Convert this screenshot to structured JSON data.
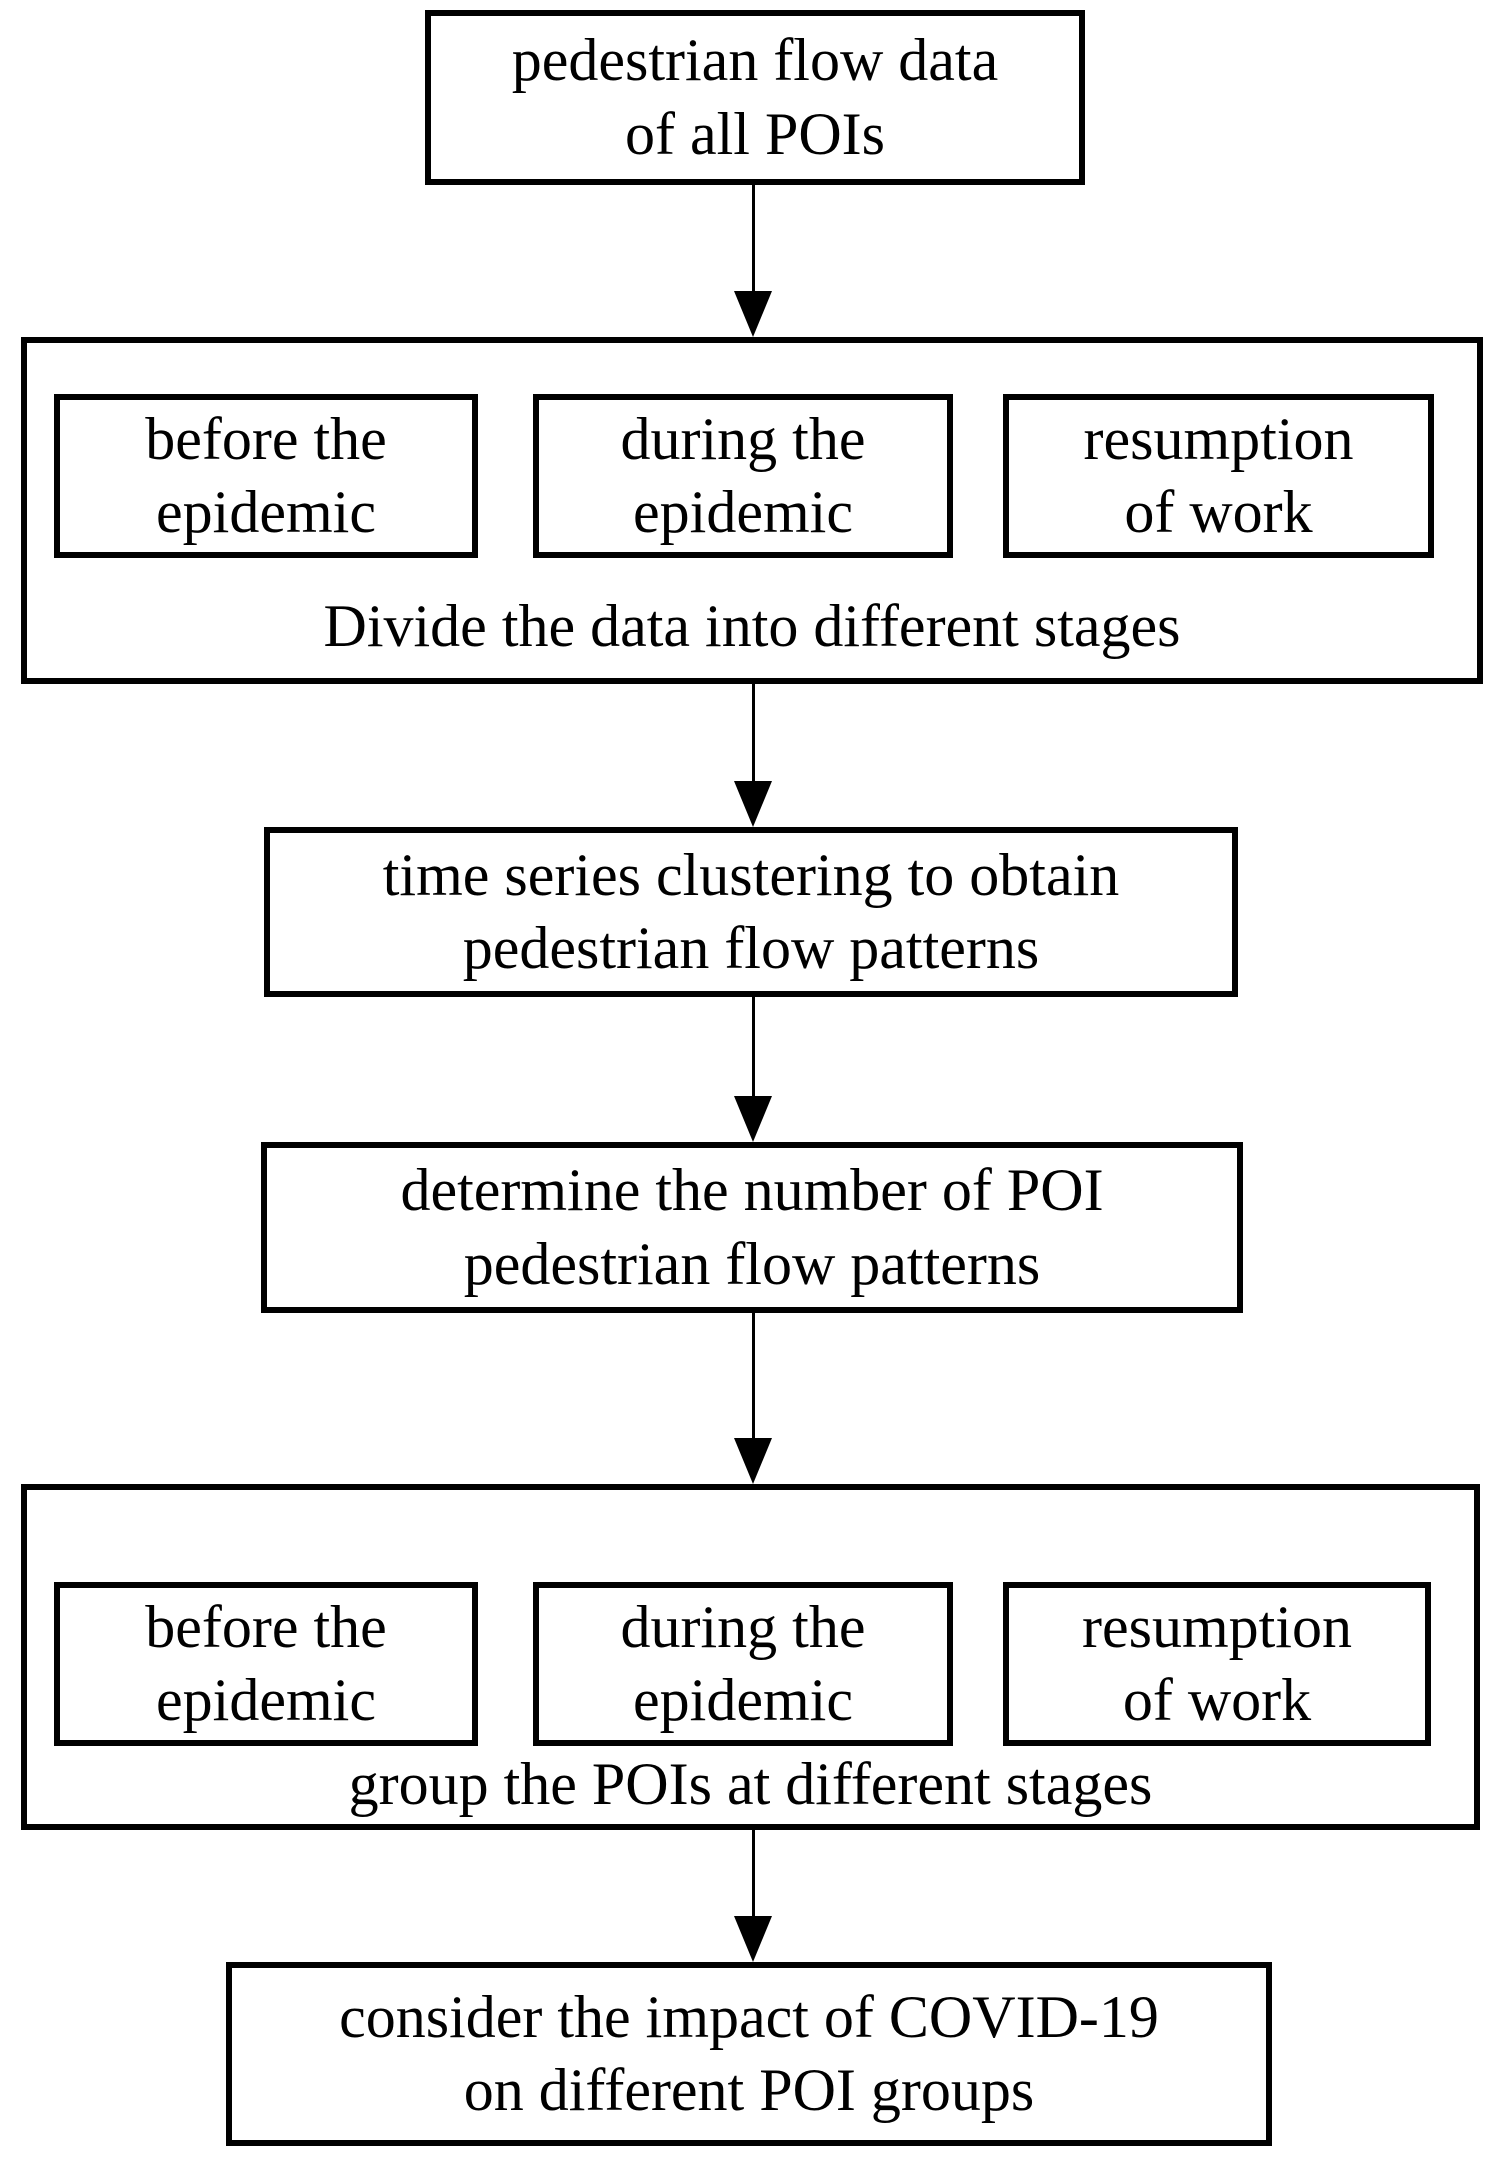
{
  "figure": {
    "background_color": "#ffffff",
    "line_color": "#000000"
  },
  "nodes": {
    "source": {
      "line1": "pedestrian flow data",
      "line2": "of all POIs"
    },
    "divide_stage": {
      "caption": "Divide the data into different stages",
      "stages": [
        {
          "line1": "before the",
          "line2": "epidemic"
        },
        {
          "line1": "during the",
          "line2": "epidemic"
        },
        {
          "line1": "resumption",
          "line2": "of work"
        }
      ]
    },
    "clustering": {
      "line1": "time series clustering to obtain",
      "line2": "pedestrian flow patterns"
    },
    "determine": {
      "line1": "determine the number of POI",
      "line2": "pedestrian flow patterns"
    },
    "group_stage": {
      "caption": "group the POIs at different stages",
      "stages": [
        {
          "line1": "before the",
          "line2": "epidemic"
        },
        {
          "line1": "during the",
          "line2": "epidemic"
        },
        {
          "line1": "resumption",
          "line2": "of work"
        }
      ]
    },
    "impact": {
      "line1": "consider the impact of COVID-19",
      "line2": "on different POI groups"
    }
  }
}
